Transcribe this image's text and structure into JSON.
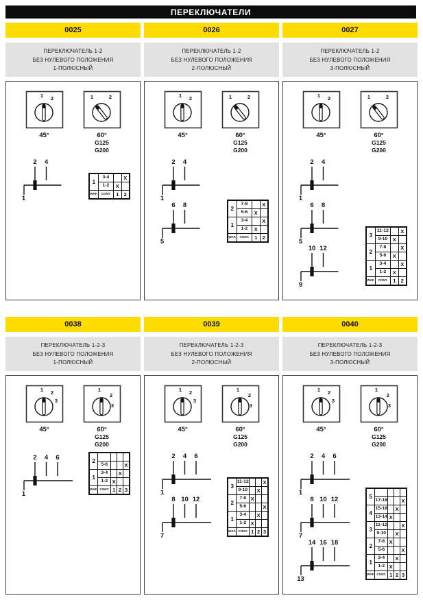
{
  "title": "ПЕРЕКЛЮЧАТЕЛИ",
  "footer": {
    "wafer": "WAF.",
    "contact": "CONT."
  },
  "colors": {
    "accent_yellow": "#ffdc00",
    "header_black": "#0c0c0c",
    "desc_gray": "#e2e2e2"
  },
  "panels": [
    {
      "code": "0025",
      "description": [
        "ПЕРЕКЛЮЧАТЕЛЬ 1-2",
        "БЕЗ НУЛЕВОГО ПОЛОЖЕНИЯ",
        "1-ПОЛЮСНЫЙ"
      ],
      "knobs": [
        {
          "angle": "45°",
          "sub": [],
          "pointer": "vertical",
          "positions": [
            "1",
            "2"
          ]
        },
        {
          "angle": "60°",
          "sub": [
            "G125",
            "G200"
          ],
          "pointer": "diagonal",
          "positions": [
            "1",
            "2"
          ]
        }
      ],
      "circuits": [
        {
          "terminals": [
            "2",
            "4"
          ],
          "input": "1"
        }
      ],
      "table": {
        "positions": [
          "1",
          "2"
        ],
        "groups": [
          {
            "label": "1",
            "rows": [
              {
                "contact": "3-4",
                "marks": [
                  "",
                  "X"
                ]
              },
              {
                "contact": "1-2",
                "marks": [
                  "X",
                  ""
                ]
              }
            ]
          }
        ]
      }
    },
    {
      "code": "0026",
      "description": [
        "ПЕРЕКЛЮЧАТЕЛЬ 1-2",
        "БЕЗ НУЛЕВОГО ПОЛОЖЕНИЯ",
        "2-ПОЛЮСНЫЙ"
      ],
      "knobs": [
        {
          "angle": "45°",
          "sub": [],
          "pointer": "vertical",
          "positions": [
            "1",
            "2"
          ]
        },
        {
          "angle": "60°",
          "sub": [
            "G125",
            "G200"
          ],
          "pointer": "diagonal",
          "positions": [
            "1",
            "2"
          ]
        }
      ],
      "circuits": [
        {
          "terminals": [
            "2",
            "4"
          ],
          "input": "1"
        },
        {
          "terminals": [
            "6",
            "8"
          ],
          "input": "5"
        }
      ],
      "table": {
        "positions": [
          "1",
          "2"
        ],
        "groups": [
          {
            "label": "2",
            "rows": [
              {
                "contact": "7-8",
                "marks": [
                  "",
                  "X"
                ]
              },
              {
                "contact": "5-6",
                "marks": [
                  "X",
                  ""
                ]
              }
            ]
          },
          {
            "label": "1",
            "rows": [
              {
                "contact": "3-4",
                "marks": [
                  "",
                  "X"
                ]
              },
              {
                "contact": "1-2",
                "marks": [
                  "X",
                  ""
                ]
              }
            ]
          }
        ]
      }
    },
    {
      "code": "0027",
      "description": [
        "ПЕРЕКЛЮЧАТЕЛЬ 1-2",
        "БЕЗ НУЛЕВОГО ПОЛОЖЕНИЯ",
        "3-ПОЛЮСНЫЙ"
      ],
      "knobs": [
        {
          "angle": "45°",
          "sub": [],
          "pointer": "vertical",
          "positions": [
            "1",
            "2"
          ]
        },
        {
          "angle": "60°",
          "sub": [
            "G125",
            "G200"
          ],
          "pointer": "diagonal",
          "positions": [
            "1",
            "2"
          ]
        }
      ],
      "circuits": [
        {
          "terminals": [
            "2",
            "4"
          ],
          "input": "1"
        },
        {
          "terminals": [
            "6",
            "8"
          ],
          "input": "5"
        },
        {
          "terminals": [
            "10",
            "12"
          ],
          "input": "9"
        }
      ],
      "table": {
        "positions": [
          "1",
          "2"
        ],
        "groups": [
          {
            "label": "3",
            "rows": [
              {
                "contact": "11-12",
                "marks": [
                  "",
                  "X"
                ]
              },
              {
                "contact": "9-10",
                "marks": [
                  "X",
                  ""
                ]
              }
            ]
          },
          {
            "label": "2",
            "rows": [
              {
                "contact": "7-8",
                "marks": [
                  "",
                  "X"
                ]
              },
              {
                "contact": "5-6",
                "marks": [
                  "X",
                  ""
                ]
              }
            ]
          },
          {
            "label": "1",
            "rows": [
              {
                "contact": "3-4",
                "marks": [
                  "",
                  "X"
                ]
              },
              {
                "contact": "1-2",
                "marks": [
                  "X",
                  ""
                ]
              }
            ]
          }
        ]
      }
    },
    {
      "code": "0038",
      "description": [
        "ПЕРЕКЛЮЧАТЕЛЬ 1-2-3",
        "БЕЗ НУЛЕВОГО ПОЛОЖЕНИЯ",
        "1-ПОЛЮСНЫЙ"
      ],
      "knobs": [
        {
          "angle": "45°",
          "sub": [],
          "pointer": "vertical",
          "positions": [
            "1",
            "2",
            "3"
          ]
        },
        {
          "angle": "60°",
          "sub": [
            "G125",
            "G200"
          ],
          "pointer": "vertical",
          "positions": [
            "1",
            "2",
            "3"
          ]
        }
      ],
      "circuits": [
        {
          "terminals": [
            "2",
            "4",
            "6"
          ],
          "input": "1"
        }
      ],
      "table": {
        "positions": [
          "1",
          "2",
          "3"
        ],
        "groups": [
          {
            "label": "2",
            "rows": [
              {
                "contact": "",
                "marks": [
                  "",
                  "",
                  ""
                ]
              },
              {
                "contact": "5-6",
                "marks": [
                  "",
                  "",
                  "X"
                ]
              }
            ]
          },
          {
            "label": "1",
            "rows": [
              {
                "contact": "3-4",
                "marks": [
                  "",
                  "X",
                  ""
                ]
              },
              {
                "contact": "1-2",
                "marks": [
                  "X",
                  "",
                  ""
                ]
              }
            ]
          }
        ]
      }
    },
    {
      "code": "0039",
      "description": [
        "ПЕРЕКЛЮЧАТЕЛЬ 1-2-3",
        "БЕЗ НУЛЕВОГО ПОЛОЖЕНИЯ",
        "2-ПОЛЮСНЫЙ"
      ],
      "knobs": [
        {
          "angle": "45°",
          "sub": [],
          "pointer": "vertical",
          "positions": [
            "1",
            "2",
            "3"
          ]
        },
        {
          "angle": "60°",
          "sub": [
            "G125",
            "G200"
          ],
          "pointer": "vertical",
          "positions": [
            "1",
            "2",
            "3"
          ]
        }
      ],
      "circuits": [
        {
          "terminals": [
            "2",
            "4",
            "6"
          ],
          "input": "1"
        },
        {
          "terminals": [
            "8",
            "10",
            "12"
          ],
          "input": "7"
        }
      ],
      "table": {
        "positions": [
          "1",
          "2",
          "3"
        ],
        "groups": [
          {
            "label": "3",
            "rows": [
              {
                "contact": "11-12",
                "marks": [
                  "",
                  "",
                  "X"
                ]
              },
              {
                "contact": "9-10",
                "marks": [
                  "",
                  "X",
                  ""
                ]
              }
            ]
          },
          {
            "label": "2",
            "rows": [
              {
                "contact": "7-8",
                "marks": [
                  "X",
                  "",
                  ""
                ]
              },
              {
                "contact": "5-6",
                "marks": [
                  "",
                  "",
                  "X"
                ]
              }
            ]
          },
          {
            "label": "1",
            "rows": [
              {
                "contact": "3-4",
                "marks": [
                  "",
                  "X",
                  ""
                ]
              },
              {
                "contact": "1-2",
                "marks": [
                  "X",
                  "",
                  ""
                ]
              }
            ]
          }
        ]
      }
    },
    {
      "code": "0040",
      "description": [
        "ПЕРЕКЛЮЧАТЕЛЬ 1-2-3",
        "БЕЗ НУЛЕВОГО ПОЛОЖЕНИЯ",
        "3-ПОЛЮСНЫЙ"
      ],
      "knobs": [
        {
          "angle": "45°",
          "sub": [],
          "pointer": "vertical",
          "positions": [
            "1",
            "2",
            "3"
          ]
        },
        {
          "angle": "60°",
          "sub": [
            "G125",
            "G200"
          ],
          "pointer": "vertical",
          "positions": [
            "1",
            "2",
            "3"
          ]
        }
      ],
      "circuits": [
        {
          "terminals": [
            "2",
            "4",
            "6"
          ],
          "input": "1"
        },
        {
          "terminals": [
            "8",
            "10",
            "12"
          ],
          "input": "7"
        },
        {
          "terminals": [
            "14",
            "16",
            "18"
          ],
          "input": "13"
        }
      ],
      "table": {
        "positions": [
          "1",
          "2",
          "3"
        ],
        "groups": [
          {
            "label": "5",
            "rows": [
              {
                "contact": "",
                "marks": [
                  "",
                  "",
                  ""
                ]
              },
              {
                "contact": "17-18",
                "marks": [
                  "",
                  "",
                  "X"
                ]
              }
            ]
          },
          {
            "label": "4",
            "rows": [
              {
                "contact": "15-16",
                "marks": [
                  "",
                  "X",
                  ""
                ]
              },
              {
                "contact": "13-14",
                "marks": [
                  "X",
                  "",
                  ""
                ]
              }
            ]
          },
          {
            "label": "3",
            "rows": [
              {
                "contact": "11-12",
                "marks": [
                  "",
                  "",
                  "X"
                ]
              },
              {
                "contact": "9-10",
                "marks": [
                  "",
                  "X",
                  ""
                ]
              }
            ]
          },
          {
            "label": "2",
            "rows": [
              {
                "contact": "7-8",
                "marks": [
                  "X",
                  "",
                  ""
                ]
              },
              {
                "contact": "5-6",
                "marks": [
                  "",
                  "",
                  "X"
                ]
              }
            ]
          },
          {
            "label": "1",
            "rows": [
              {
                "contact": "3-4",
                "marks": [
                  "",
                  "X",
                  ""
                ]
              },
              {
                "contact": "1-2",
                "marks": [
                  "X",
                  "",
                  ""
                ]
              }
            ]
          }
        ]
      }
    }
  ]
}
